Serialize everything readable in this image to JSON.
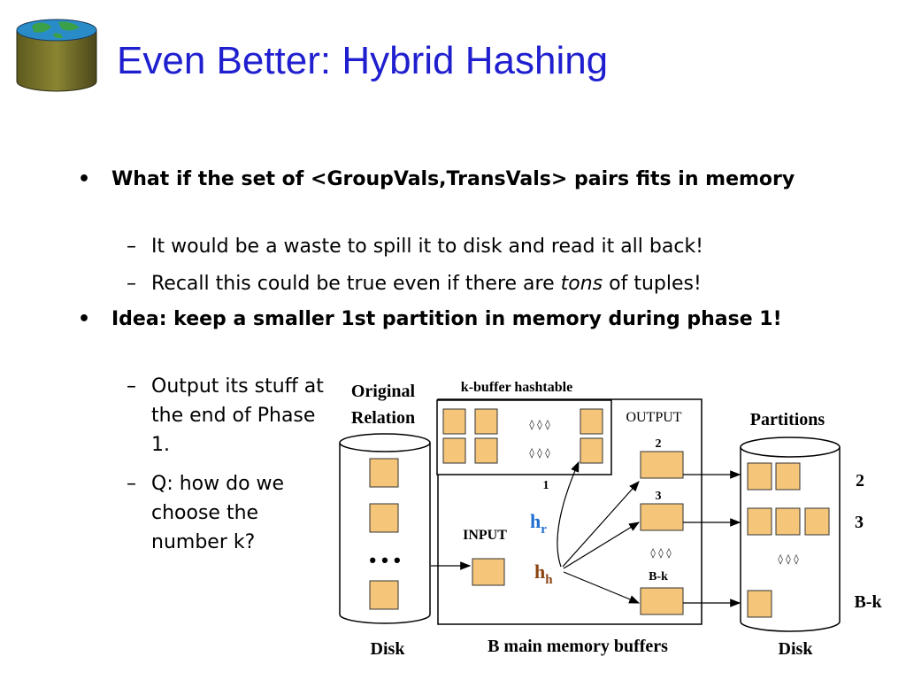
{
  "slide": {
    "title": "Even Better: Hybrid Hashing",
    "logo_icon": "globe-disk-icon",
    "bullets": [
      {
        "text": "What if the set of <GroupVals,TransVals> pairs fits in memory",
        "subs": [
          {
            "parts": [
              "It would be a waste to spill it to disk and read it all back!"
            ]
          },
          {
            "parts": [
              "Recall this could be true even if there are ",
              "tons",
              " of tuples!"
            ]
          }
        ]
      },
      {
        "text": "Idea: keep a smaller 1st partition in memory during phase 1!",
        "subs": [
          {
            "parts": [
              "Output its stuff at the end of Phase 1."
            ]
          },
          {
            "parts": [
              "Q: how do we choose the number k?"
            ]
          }
        ]
      }
    ]
  },
  "diagram": {
    "original_relation": "Original Relation",
    "disk_left": "Disk",
    "left_ellipsis": "• • •",
    "hashtable_label": "k-buffer hashtable",
    "output_label": "OUTPUT",
    "input_label": "INPUT",
    "memory_label": "B main memory buffers",
    "partitions_label": "Partitions",
    "disk_right": "Disk",
    "hr": {
      "base": "h",
      "sub": "r"
    },
    "hh": {
      "base": "h",
      "sub": "h"
    },
    "hash_one": "1",
    "out_buf_labels": [
      "2",
      "3",
      "B-k"
    ],
    "part_labels": [
      "2",
      "3",
      "B-k"
    ],
    "small_ellipsis": "◊ ◊ ◊",
    "colors": {
      "buffer_fill": "#f5c67a",
      "buffer_stroke": "#333333",
      "hr_color": "#1f6fd0",
      "hh_color": "#8b4513",
      "title_color": "#1f1fcf"
    }
  }
}
